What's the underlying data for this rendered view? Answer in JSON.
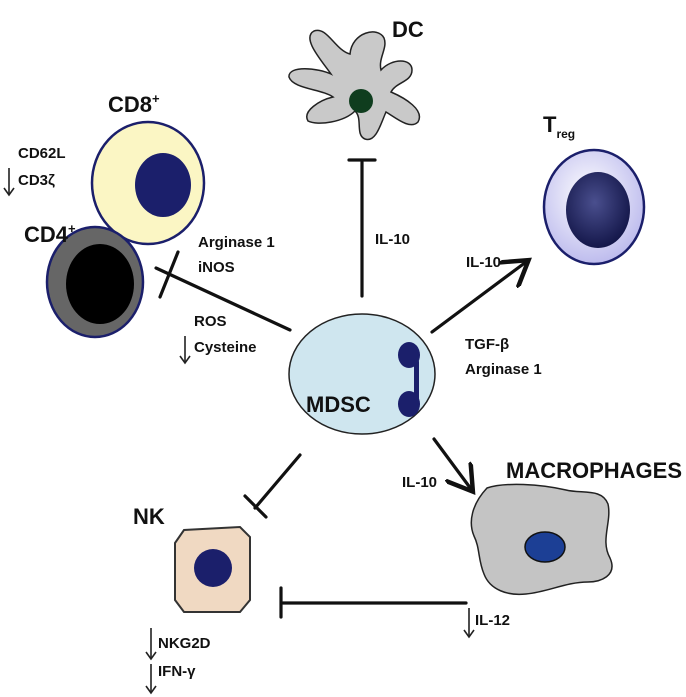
{
  "cells": {
    "mdsc": "MDSC",
    "dc": "DC",
    "cd8_base": "CD8",
    "cd8_sup": "+",
    "cd4_base": "CD4",
    "cd4_sup": "+",
    "treg_base": "T",
    "treg_sub": "reg",
    "nk": "NK",
    "macrophages": "MACROPHAGES"
  },
  "labels": {
    "dc_il10": "IL-10",
    "t_markers": [
      "CD62L",
      "CD3ζ"
    ],
    "t_mediators_top": [
      "Arginase 1",
      "iNOS"
    ],
    "t_mediators_bottom": [
      "ROS",
      "Cysteine"
    ],
    "treg_il10": "IL-10",
    "treg_mediators": [
      "TGF-β",
      "Arginase 1"
    ],
    "mac_il10": "IL-10",
    "mac_il12": "IL-12",
    "nk_markers": [
      "NKG2D",
      "IFN-γ"
    ]
  },
  "colors": {
    "mdsc_fill": "#cfe6ef",
    "nucleus_dark": "#1b1f6b",
    "dc_fill": "#c9c9c9",
    "dc_nucleus": "#0f3d1e",
    "cd8_fill": "#fbf6c4",
    "cd4_fill": "#666666",
    "treg_fill": "#d9d8f5",
    "nk_fill": "#f0d9c2",
    "mac_fill": "#c4c4c4",
    "mac_nucleus": "#1c3f95"
  }
}
